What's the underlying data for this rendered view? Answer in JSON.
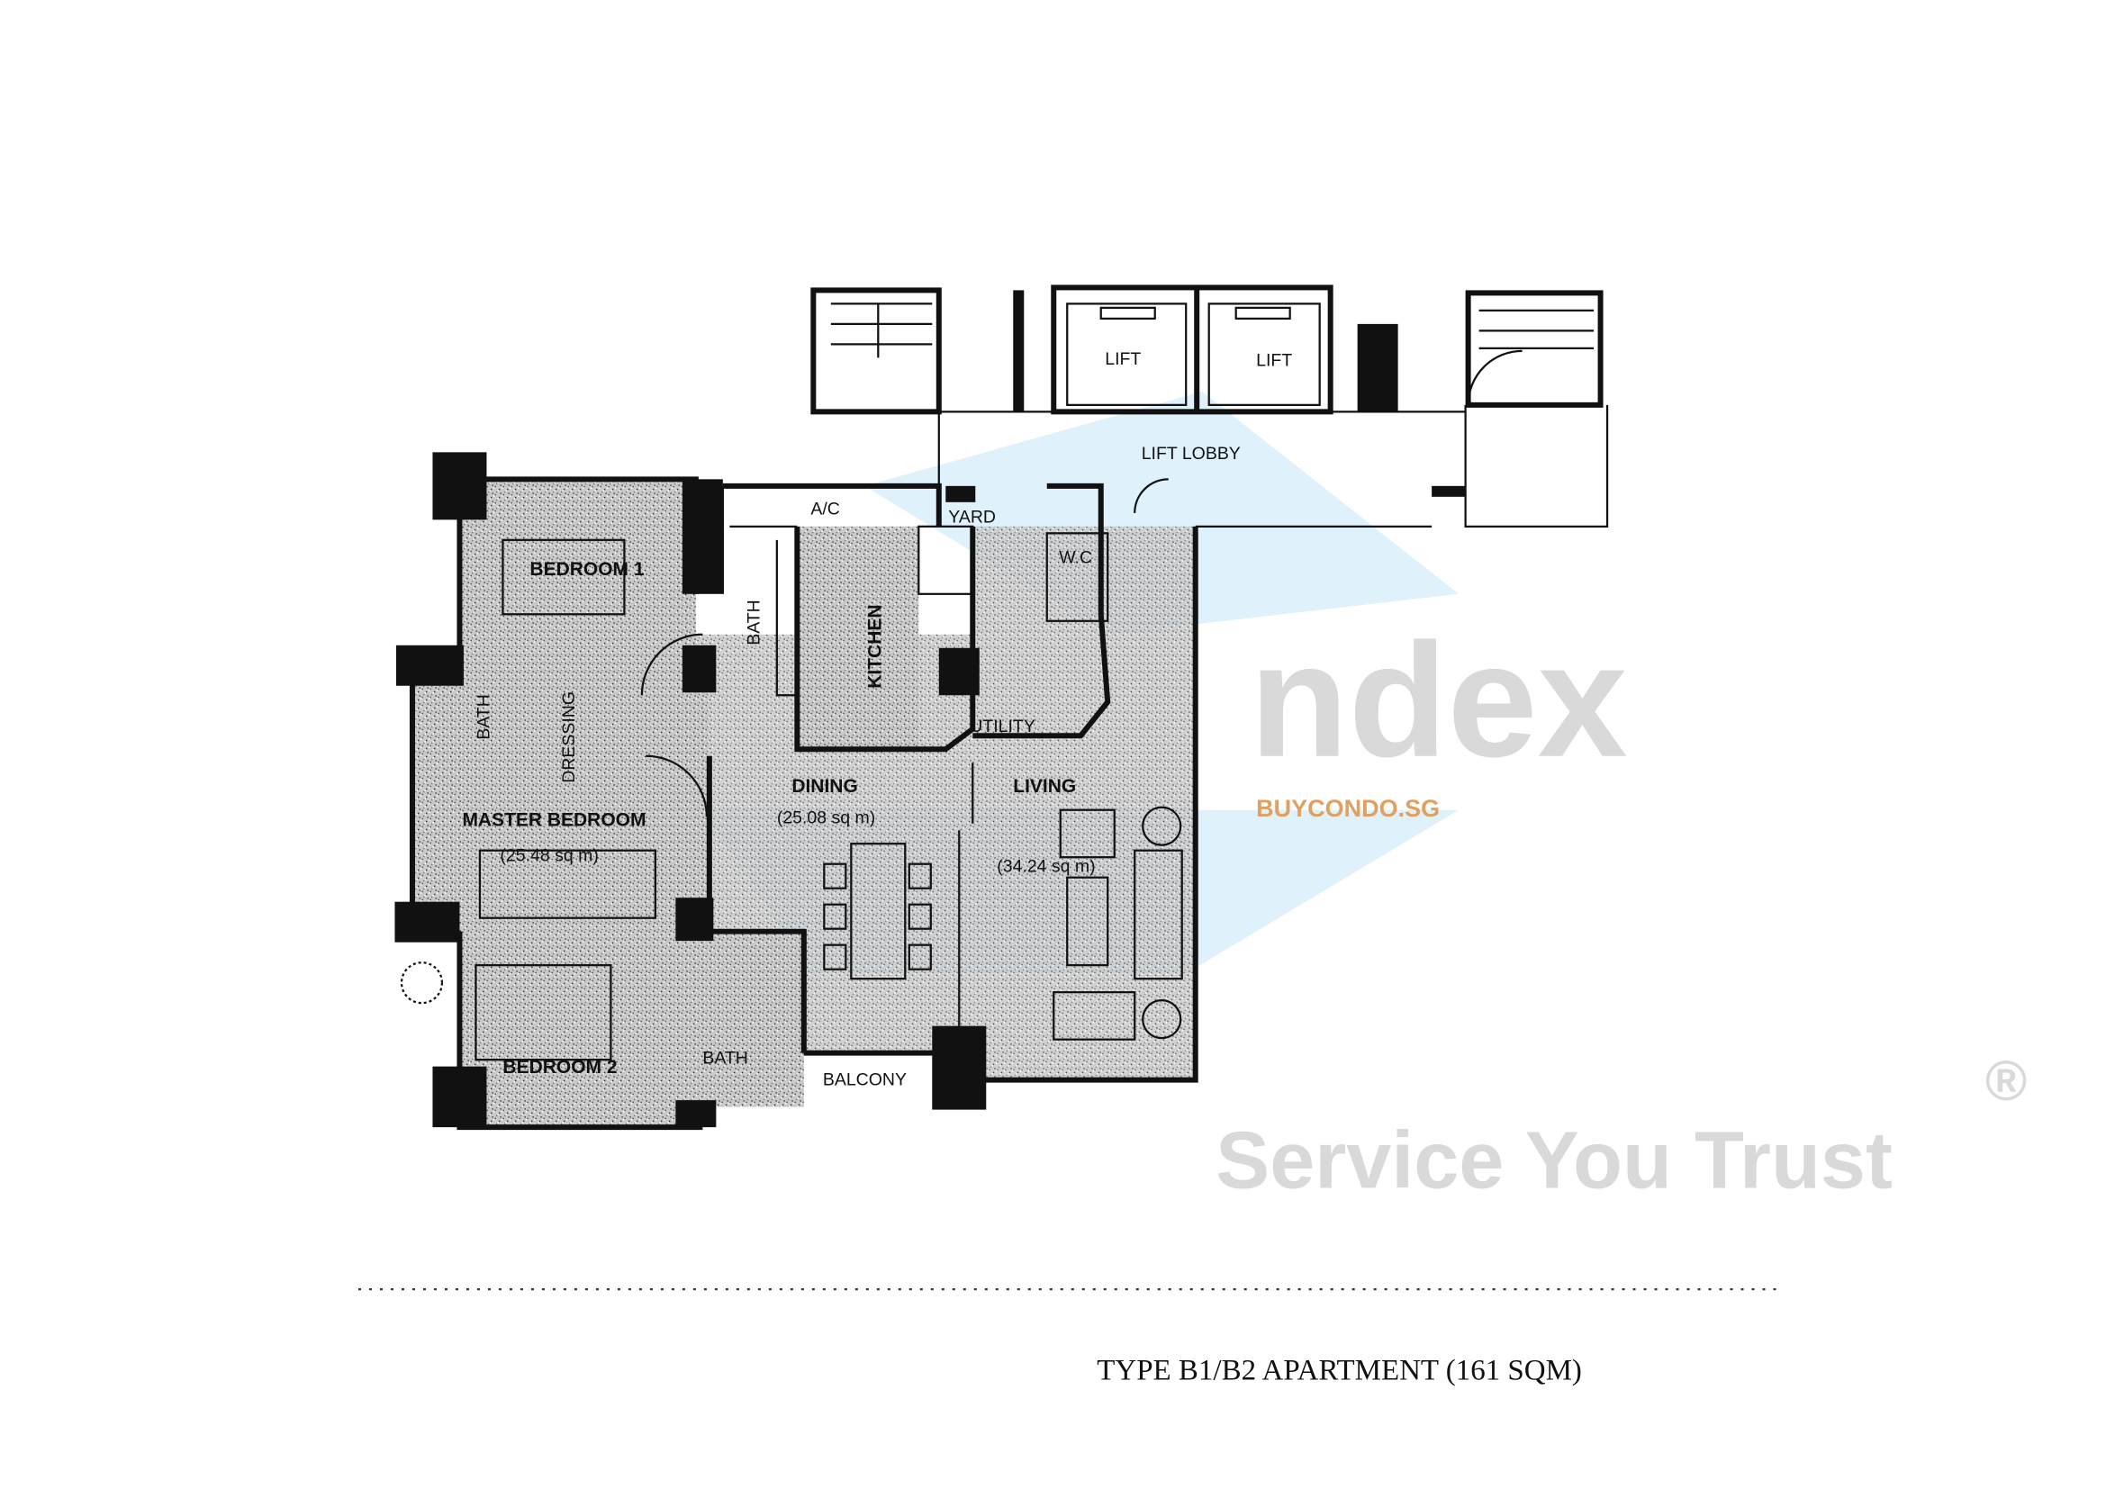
{
  "plan": {
    "caption": "TYPE B1/B2 APARTMENT (161 SQM)",
    "rooms": {
      "lift_1": "LIFT",
      "lift_2": "LIFT",
      "lift_lobby": "LIFT LOBBY",
      "ac": "A/C",
      "yard": "YARD",
      "wc": "W.C",
      "bedroom_1": "BEDROOM 1",
      "bath_1": "BATH",
      "kitchen": "KITCHEN",
      "utility": "UTILITY",
      "master_bath": "BATH",
      "dressing": "DRESSING",
      "master_bedroom": "MASTER BEDROOM",
      "master_bedroom_area": "(25.48 sq m)",
      "dining": "DINING",
      "dining_area": "(25.08 sq m)",
      "living": "LIVING",
      "living_area": "(34.24 sq m)",
      "bedroom_2": "BEDROOM 2",
      "bath_2": "BATH",
      "balcony": "BALCONY"
    }
  },
  "watermarks": {
    "brand": "ndex",
    "tagline": "Service You Trust",
    "registered": "®",
    "site": "BUYCONDO.SG",
    "accent_color": "#dff1fb",
    "site_color": "#e0a060"
  }
}
